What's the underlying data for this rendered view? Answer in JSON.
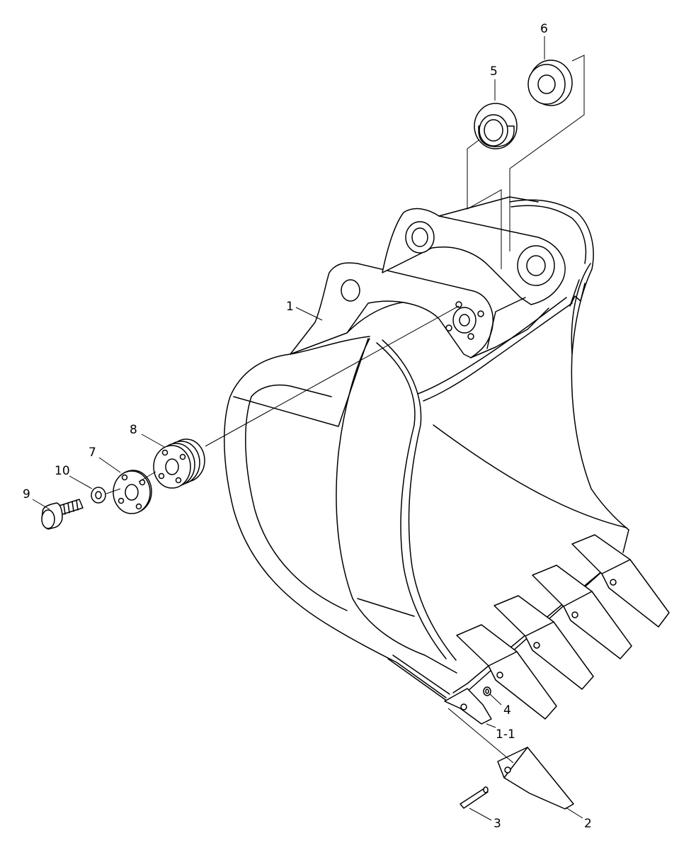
{
  "diagram": {
    "callouts": {
      "p1": "1",
      "p1_1": "1-1",
      "p2": "2",
      "p3": "3",
      "p4": "4",
      "p5": "5",
      "p6": "6",
      "p7": "7",
      "p8": "8",
      "p9": "9",
      "p10": "10"
    }
  }
}
